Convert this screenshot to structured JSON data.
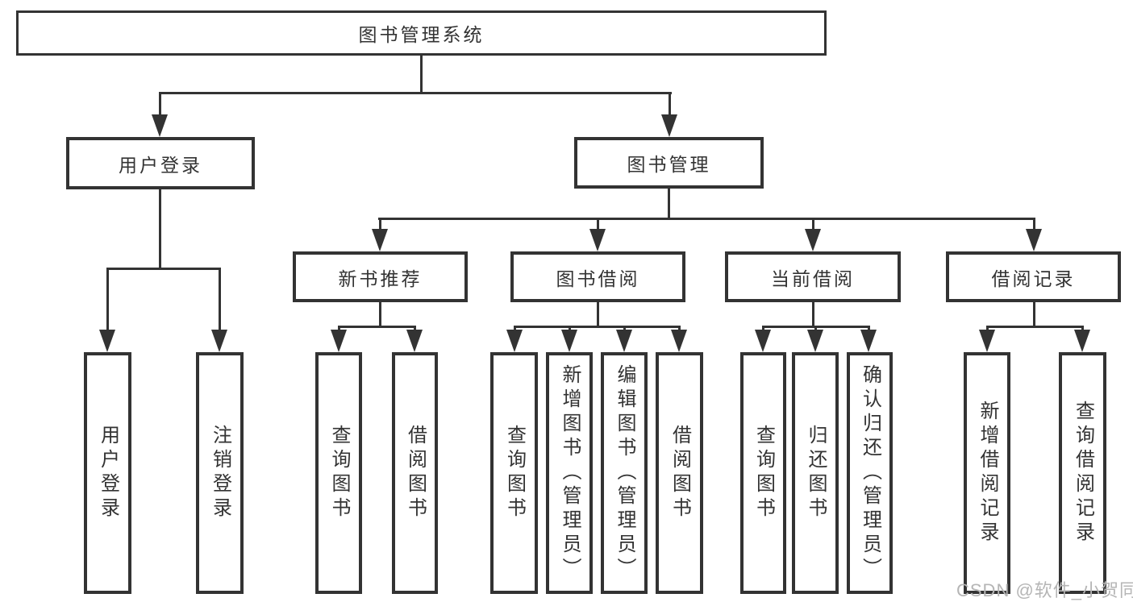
{
  "style": {
    "line_color": "#333333",
    "text_color": "#333333",
    "box_background": "#ffffff",
    "page_background": "#ffffff",
    "watermark_color": "#b5b5b5"
  },
  "watermark": {
    "text": "CSDN @软件_小贺同学"
  },
  "tree": {
    "root": {
      "label": "图书管理系统"
    },
    "level2": [
      {
        "label": "用户登录"
      },
      {
        "label": "图书管理"
      }
    ],
    "user_login_children": [
      {
        "label": "用户登录"
      },
      {
        "label": "注销登录"
      }
    ],
    "book_management_children": [
      {
        "label": "新书推荐",
        "children": [
          {
            "label": "查询图书"
          },
          {
            "label": "借阅图书"
          }
        ]
      },
      {
        "label": "图书借阅",
        "children": [
          {
            "label": "查询图书"
          },
          {
            "label": "新增图书（管理员）"
          },
          {
            "label": "编辑图书（管理员）"
          },
          {
            "label": "借阅图书"
          }
        ]
      },
      {
        "label": "当前借阅",
        "children": [
          {
            "label": "查询图书"
          },
          {
            "label": "归还图书"
          },
          {
            "label": "确认归还（管理员）"
          }
        ]
      },
      {
        "label": "借阅记录",
        "children": [
          {
            "label": "新增借阅记录"
          },
          {
            "label": "查询借阅记录"
          }
        ]
      }
    ]
  }
}
